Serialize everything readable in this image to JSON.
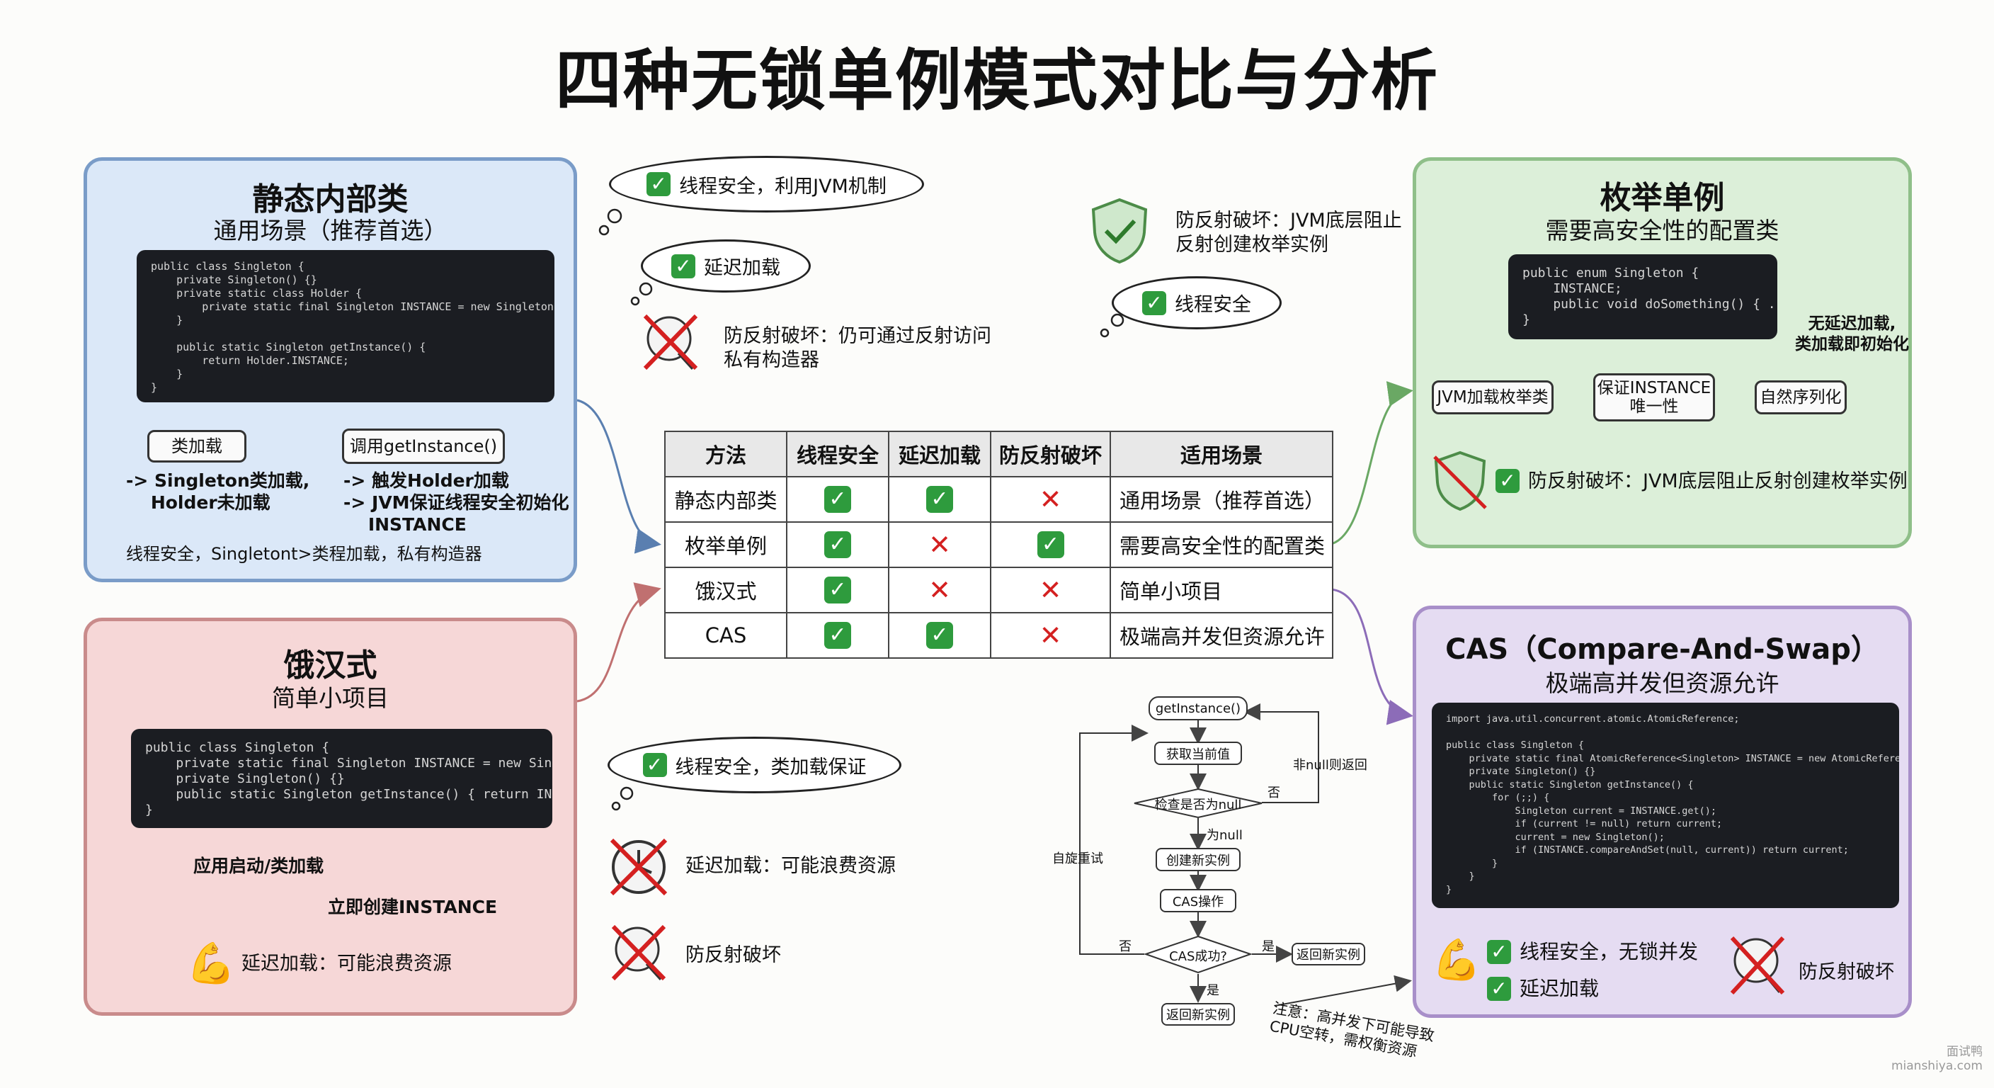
{
  "title": "四种无锁单例模式对比与分析",
  "watermark": "面试鸭\nmianshiya.com",
  "colors": {
    "check": "#2e9b3d",
    "cross": "#d42020",
    "blue": "#dbe8f8",
    "red": "#f6d7d7",
    "green": "#dcefd9",
    "purple": "#e5dcf2"
  },
  "static_inner": {
    "title": "静态内部类",
    "subtitle": "通用场景（推荐首选）",
    "code": "public class Singleton {\n    private Singleton() {}\n    private static class Holder {\n        private static final Singleton INSTANCE = new Singleton();\n    }\n\n    public static Singleton getInstance() {\n        return Holder.INSTANCE;\n    }\n}",
    "step1": "类加载",
    "step2": "调用getInstance()",
    "note1": "-> Singleton类加载,\n    Holder未加载",
    "note2": "-> 触发Holder加载\n-> JVM保证线程安全初始化\n    INSTANCE",
    "footer": "线程安全，Singletont>类程加载，私有构造器",
    "bubble_safe": "线程安全，利用JVM机制",
    "bubble_lazy": "延迟加载",
    "reflection": "防反射破坏：仍可通过反射访问\n私有构造器"
  },
  "eager": {
    "title": "饿汉式",
    "subtitle": "简单小项目",
    "code": "public class Singleton {\n    private static final Singleton INSTANCE = new Singleton();\n    private Singleton() {}\n    public static Singleton getInstance() { return INSTANCE; }\n}",
    "timeline_start": "应用启动/类加载",
    "timeline_create": "立即创建INSTANCE",
    "footer": "延迟加载：可能浪费资源",
    "bubble_safe": "线程安全，类加载保证",
    "lazy_note": "延迟加载：可能浪费资源",
    "reflection": "防反射破坏"
  },
  "enum": {
    "title": "枚举单例",
    "subtitle": "需要高安全性的配置类",
    "code": "public enum Singleton {\n    INSTANCE;\n    public void doSomething() { ... }\n}",
    "side_note": "无延迟加载,\n类加载即初始化",
    "flow": [
      "JVM加载枚举类",
      "保证INSTANCE\n唯一性",
      "自然序列化"
    ],
    "footer": "防反射破坏：JVM底层阻止反射创建枚举实例",
    "shield_note": "防反射破坏：JVM底层阻止\n反射创建枚举实例",
    "bubble_safe": "线程安全"
  },
  "cas": {
    "title": "CAS（Compare-And-Swap）",
    "subtitle": "极端高并发但资源允许",
    "code": "import java.util.concurrent.atomic.AtomicReference;\n\npublic class Singleton {\n    private static final AtomicReference<Singleton> INSTANCE = new AtomicReference<>();\n    private Singleton() {}\n    public static Singleton getInstance() {\n        for (;;) {\n            Singleton current = INSTANCE.get();\n            if (current != null) return current;\n            current = new Singleton();\n            if (INSTANCE.compareAndSet(null, current)) return current;\n        }\n    }\n}",
    "bottom_safe": "线程安全，无锁并发",
    "bottom_lazy": "延迟加载",
    "bottom_reflect": "防反射破坏",
    "flow": {
      "start": "getInstance()",
      "get": "获取当前值",
      "check": "检查是否为null",
      "not_null": "非null则返回",
      "no": "否",
      "is_null": "为null",
      "create": "创建新实例",
      "cas": "CAS操作",
      "cas_ok": "CAS成功?",
      "yes": "是",
      "no2": "否",
      "yes2": "是",
      "ret_new": "返回新实例",
      "ret_new2": "返回新实例",
      "spin": "自旋重试",
      "warn": "注意：高并发下可能导致\nCPU空转，需权衡资源"
    }
  },
  "table": {
    "headers": [
      "方法",
      "线程安全",
      "延迟加载",
      "防反射破坏",
      "适用场景"
    ],
    "rows": [
      {
        "name": "静态内部类",
        "safe": true,
        "lazy": true,
        "reflect": false,
        "scene": "通用场景（推荐首选）"
      },
      {
        "name": "枚举单例",
        "safe": true,
        "lazy": false,
        "reflect": true,
        "scene": "需要高安全性的配置类"
      },
      {
        "name": "饿汉式",
        "safe": true,
        "lazy": false,
        "reflect": false,
        "scene": "简单小项目"
      },
      {
        "name": "CAS",
        "safe": true,
        "lazy": true,
        "reflect": false,
        "scene": "极端高并发但资源允许"
      }
    ]
  }
}
